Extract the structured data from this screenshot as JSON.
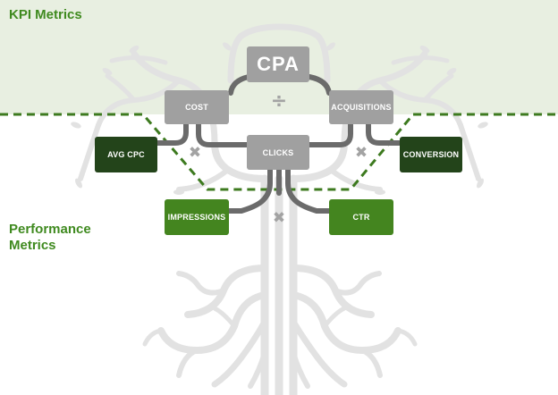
{
  "sections": {
    "kpi_title": "KPI Metrics",
    "performance_title_line1": "Performance",
    "performance_title_line2": "Metrics"
  },
  "nodes": {
    "cpa": "CPA",
    "cost": "COST",
    "acquisitions": "ACQUISITIONS",
    "clicks": "CLICKS",
    "avg_cpc": "AVG CPC",
    "conversion": "CONVERSION",
    "impressions": "IMPRESSIONS",
    "ctr": "CTR"
  },
  "operators": {
    "divide": "÷",
    "multiply_left": "✖",
    "multiply_right": "✖",
    "multiply_bottom": "✖"
  },
  "colors": {
    "kpi_band": "#e8efe1",
    "title_green": "#3f8a1f",
    "node_gray": "#a0a0a0",
    "node_dark_green": "#23441a",
    "node_green": "#44851f",
    "connector": "#6b6b6b",
    "tree_light": "#e2e2e2",
    "dashed_line": "#3d7a1f"
  }
}
